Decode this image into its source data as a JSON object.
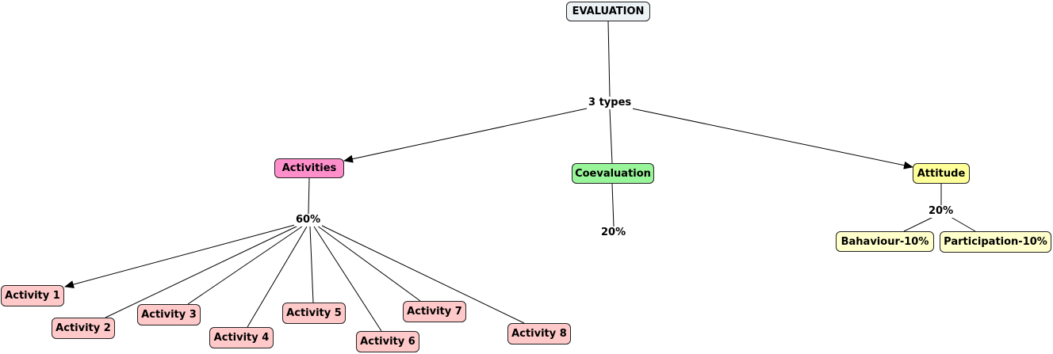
{
  "colors": {
    "evaluation": "#edf3f5",
    "activities": "#ff8fcb",
    "coevaluation": "#99f59a",
    "attitude": "#ffff99",
    "activity_item": "#ffc9c9",
    "attitude_item": "#ffffcc",
    "line": "#000000"
  },
  "nodes": {
    "evaluation": "EVALUATION",
    "activities": "Activities",
    "coevaluation": "Coevaluation",
    "attitude": "Attitude",
    "activity_items": [
      "Activity 1",
      "Activity 2",
      "Activity 3",
      "Activity 4",
      "Activity 5",
      "Activity 6",
      "Activity 7",
      "Activity 8"
    ],
    "behaviour": "Bahaviour-10%",
    "participation": "Participation-10%"
  },
  "link_labels": {
    "types": "3 types",
    "activities_weight": "60%",
    "coevaluation_weight": "20%",
    "attitude_weight": "20%"
  }
}
